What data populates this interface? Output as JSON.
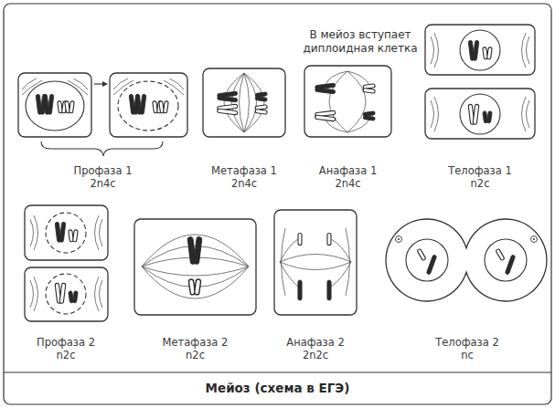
{
  "diagram": {
    "caption": "Мейоз (схема в ЕГЭ)",
    "nodes": [
      {
        "text": [
          "Профаза 1",
          "2n4c"
        ]
      },
      {
        "text": [
          "Метафаза 1",
          "2n4c"
        ]
      },
      {
        "text": [
          "Анафаза 1",
          "2n4c"
        ]
      },
      {
        "text": [
          "Телофаза 1",
          "n2c"
        ]
      },
      {
        "text": [
          "Профаза 2",
          "n2c"
        ]
      },
      {
        "text": [
          "Метафаза 2",
          "n2c"
        ]
      },
      {
        "text": [
          "Анафаза 2",
          "2n2c"
        ]
      },
      {
        "text": [
          "Телофаза 2",
          "nc"
        ]
      }
    ],
    "labels": [
      "В мейоз вступает диплоидная клетка"
    ]
  }
}
